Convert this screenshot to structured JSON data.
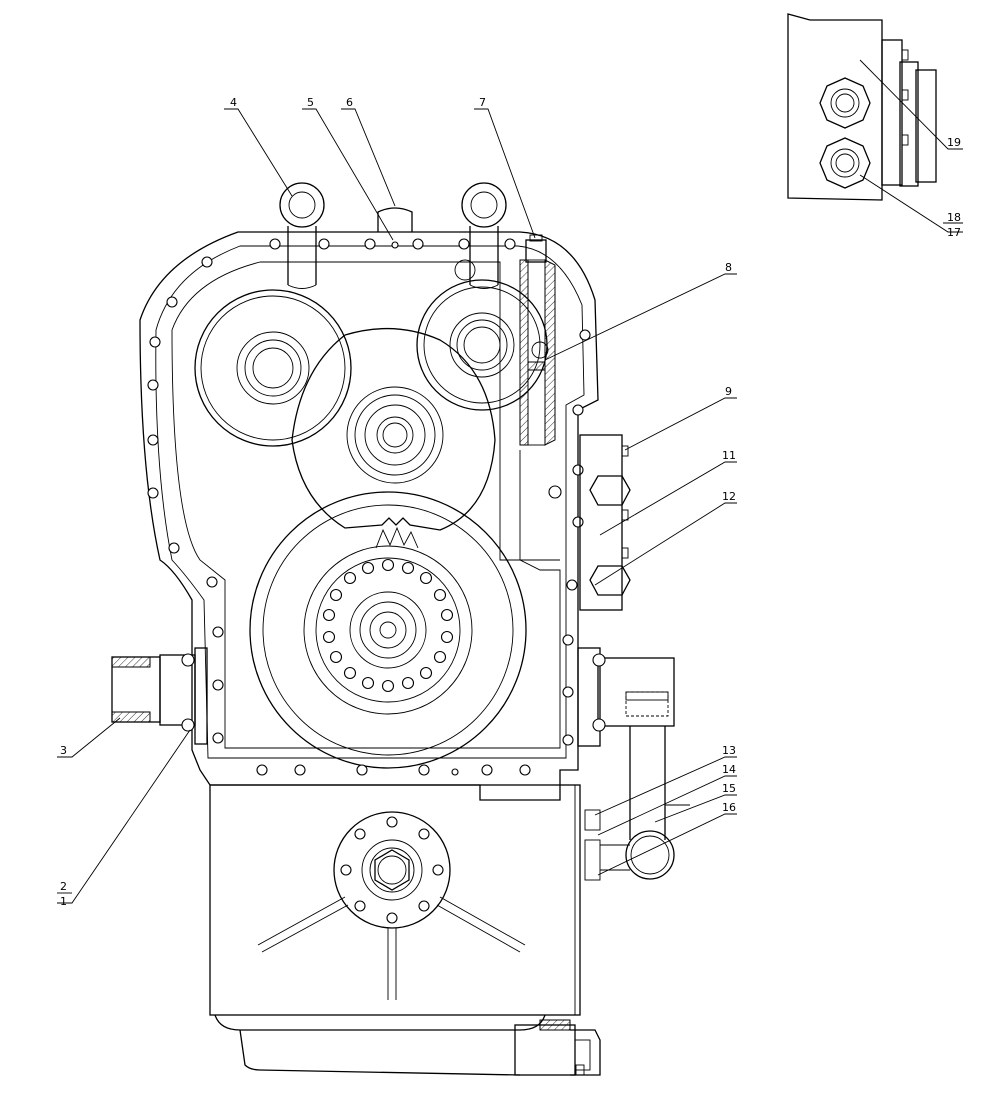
{
  "callouts": [
    {
      "id": "4",
      "label": "4"
    },
    {
      "id": "5",
      "label": "5"
    },
    {
      "id": "6",
      "label": "6"
    },
    {
      "id": "7",
      "label": "7"
    },
    {
      "id": "8",
      "label": "8"
    },
    {
      "id": "9",
      "label": "9"
    },
    {
      "id": "11",
      "label": "11"
    },
    {
      "id": "12",
      "label": "12"
    },
    {
      "id": "3",
      "label": "3"
    },
    {
      "id": "2",
      "label": "2"
    },
    {
      "id": "1",
      "label": "1"
    },
    {
      "id": "13",
      "label": "13"
    },
    {
      "id": "14",
      "label": "14"
    },
    {
      "id": "15",
      "label": "15"
    },
    {
      "id": "16",
      "label": "16"
    },
    {
      "id": "19",
      "label": "19"
    },
    {
      "id": "18",
      "label": "18"
    },
    {
      "id": "17",
      "label": "17"
    }
  ]
}
